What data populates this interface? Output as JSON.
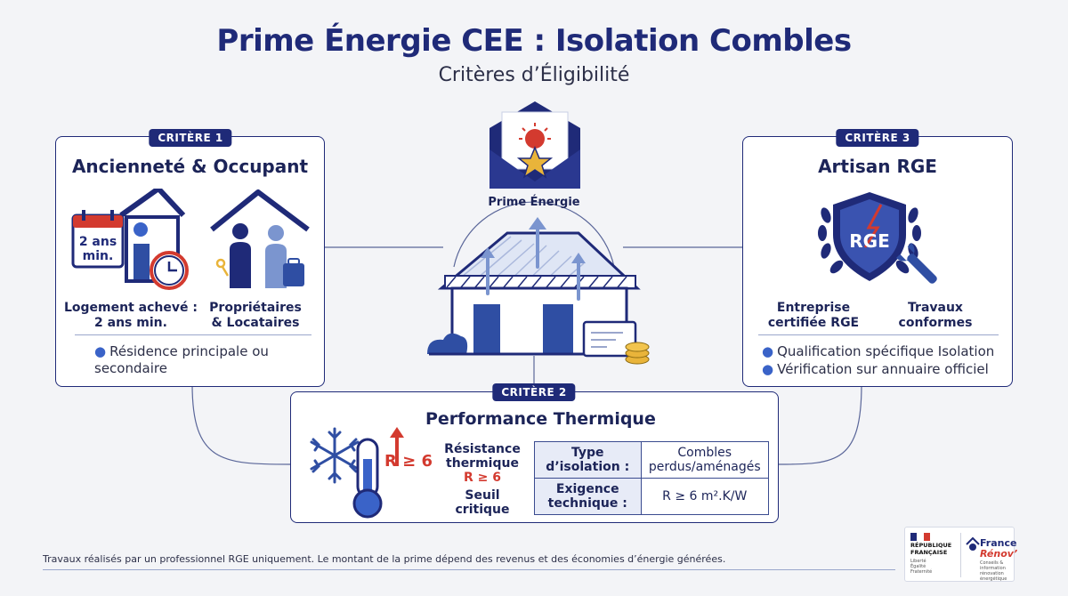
{
  "header": {
    "title": "Prime Énergie CEE : Isolation Combles",
    "subtitle": "Critères d’Éligibilité"
  },
  "center": {
    "envelope_label": "Prime Énergie"
  },
  "criterion1": {
    "badge": "CRITÈRE 1",
    "title": "Ancienneté & Occupant",
    "calendar_line1": "2 ans",
    "calendar_line2": "min.",
    "caption_left": [
      "Logement achevé :",
      "2 ans min."
    ],
    "caption_right": [
      "Propriétaires",
      "& Locataires"
    ],
    "bullets": [
      "Résidence principale ou secondaire"
    ]
  },
  "criterion2": {
    "badge": "CRITÈRE 2",
    "title": "Performance Thermique",
    "thermo_label": "R ≥ 6",
    "labels": {
      "resistance_1": "Résistance",
      "resistance_2": "thermique",
      "resistance_value": "R ≥ 6",
      "seuil_1": "Seuil",
      "seuil_2": "critique"
    },
    "table": [
      {
        "key_1": "Type",
        "key_2": "d’isolation :",
        "value_1": "Combles",
        "value_2": "perdus/aménagés"
      },
      {
        "key_1": "Exigence",
        "key_2": "technique :",
        "value_1": "R ≥ 6 m².K/W",
        "value_2": ""
      }
    ]
  },
  "criterion3": {
    "badge": "CRITÈRE 3",
    "title": "Artisan RGE",
    "shield_text": "RGE",
    "caption_left": [
      "Entreprise",
      "certifiée RGE"
    ],
    "caption_right": [
      "Travaux",
      "conformes"
    ],
    "bullets": [
      "Qualification spécifique Isolation",
      "Vérification sur annuaire officiel"
    ]
  },
  "footer": {
    "text": "Travaux réalisés par un professionnel RGE uniquement. Le montant de la prime dépend des revenus et des économies d’énergie générées."
  },
  "logo": {
    "rep_1": "RÉPUBLIQUE",
    "rep_2": "FRANÇAISE",
    "rep_motto_1": "Liberté",
    "rep_motto_2": "Égalité",
    "rep_motto_3": "Fraternité",
    "brand_1": "France",
    "brand_2": "Rénov’",
    "tagline_1": "Conseils & information",
    "tagline_2": "rénovation énergétique"
  },
  "colors": {
    "navy": "#1f2a78",
    "accent_blue": "#3a63c8",
    "red": "#d33a2f",
    "gold": "#e9b43a"
  }
}
